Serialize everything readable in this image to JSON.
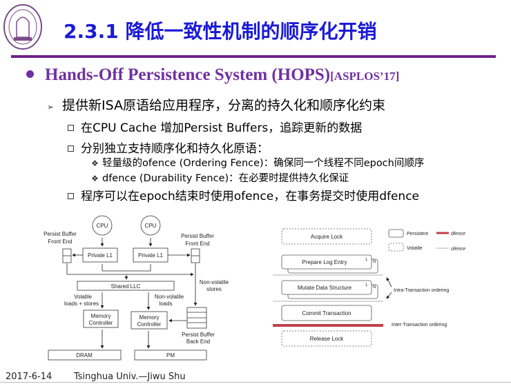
{
  "header": {
    "title": "2.3.1 降低一致性机制的顺序化开销",
    "logo_text": "TSINGHUA UNIVERSITY 1911"
  },
  "content": {
    "bullet": {
      "text": "Hands-Off Persistence System (HOPS)",
      "ref": "[ASPLOS’17]"
    },
    "point": "提供新ISA原语给应用程序，分离的持久化和顺序化约束",
    "sub": [
      {
        "text": "在CPU Cache 增加Persist Buffers，追踪更新的数据"
      },
      {
        "text": "分别独立支持顺序化和持久化原语：",
        "items": [
          "轻量级的ofence (Ordering Fence)：确保同一个线程不同epoch间顺序",
          "dfence (Durability Fence)：在必要时提供持久化保证"
        ]
      },
      {
        "text": "程序可以在epoch结束时使用ofence，在事务提交时使用dfence"
      }
    ]
  },
  "arch_diagram": {
    "cpu1": "CPU",
    "cpu2": "CPU",
    "pb_front_left": [
      "Persist Buffer",
      "Front End"
    ],
    "pb_front_right": [
      "Persist Buffer",
      "Front End"
    ],
    "l1_left": "Private L1",
    "l1_right": "Private L1",
    "llc": "Shared LLC",
    "volatile": [
      "Volatile",
      "loads + stores"
    ],
    "nonvol_loads": [
      "Non-volatile",
      "loads"
    ],
    "nonvol_stores": [
      "Non-volatile",
      "stores"
    ],
    "mc_left": [
      "Memory",
      "Controller"
    ],
    "mc_right": [
      "Memory",
      "Controller"
    ],
    "pb_back": [
      "Persist Buffer",
      "Back End"
    ],
    "dram": "DRAM",
    "pm": "PM"
  },
  "txn_diagram": {
    "acquire": "Acquire Lock",
    "prepare": "Prepare Log Entry",
    "mutate": "Mutate Data Structure",
    "commit": "Commit Transaction",
    "release": "Release Lock",
    "idx1": "1",
    "idxN": "N",
    "legend": {
      "persistent": "Persistent",
      "volatile": "Volatile",
      "dfence": "dfence",
      "ofence": "ofence"
    },
    "intra": "Intra-Transaction ordering",
    "inter": "Inter-Transaction ordering",
    "dfence_color": "#c0404a"
  },
  "footer": {
    "date": "2017-6-14",
    "author": "Tsinghua Univ.—Jiwu Shu"
  }
}
